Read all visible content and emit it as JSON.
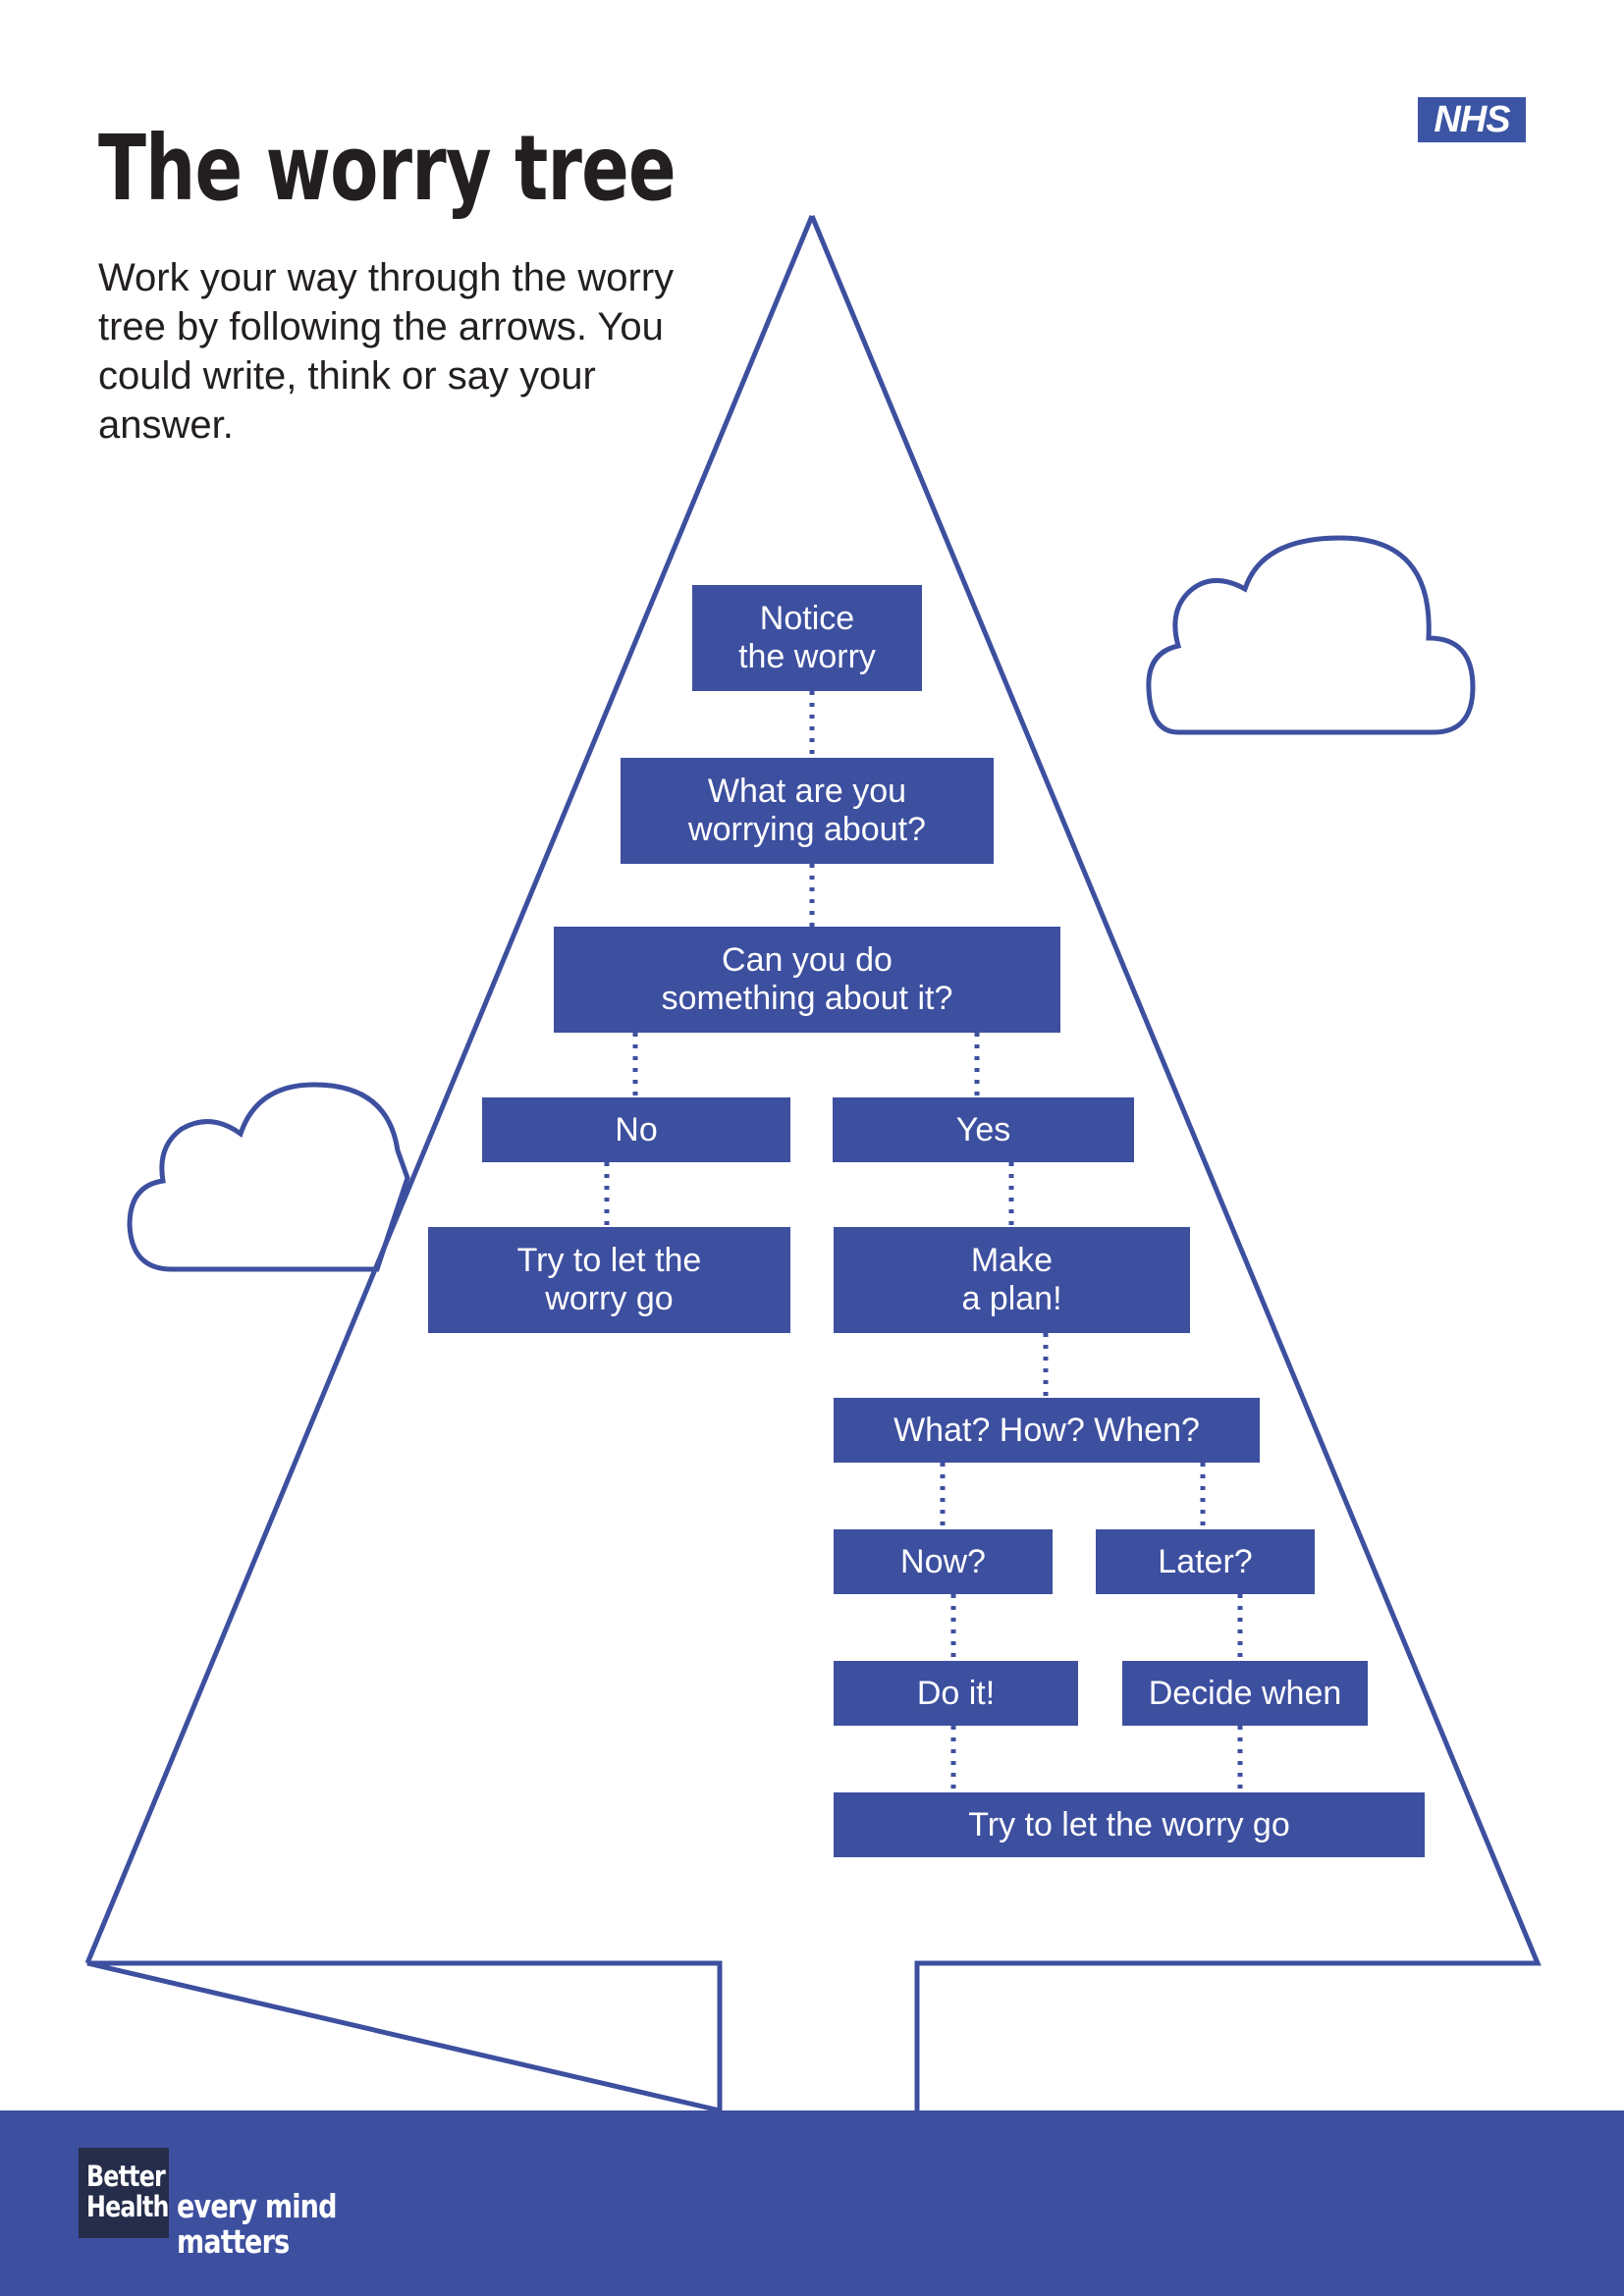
{
  "title": "The worry tree",
  "intro": "Work your way through the worry tree by following the arrows. You could write, think or say your answer.",
  "logos": {
    "nhs": "NHS",
    "better_health_line1": "Better",
    "better_health_line2": "Health",
    "tagline_line1": "every mind",
    "tagline_line2": "matters"
  },
  "colors": {
    "brand_blue": "#3d4f9f",
    "nhs_blue": "#3b54a4",
    "text": "#231f20",
    "background": "#ffffff"
  },
  "flow": {
    "notice": "Notice\nthe worry",
    "what_worrying": "What are you\nworrying about?",
    "can_you_do": "Can you do\nsomething about it?",
    "no": "No",
    "yes": "Yes",
    "let_go_no": "Try to let the\nworry go",
    "make_plan": "Make\na plan!",
    "what_how_when": "What? How? When?",
    "now": "Now?",
    "later": "Later?",
    "do_it": "Do it!",
    "decide_when": "Decide when",
    "let_go_final": "Try to let the worry go"
  }
}
